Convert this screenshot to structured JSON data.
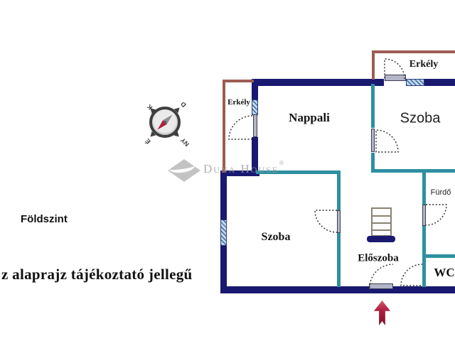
{
  "image": {
    "kind": "real-estate floor plan",
    "background": "#ffffff"
  },
  "annotations": {
    "floor_label": "Földszint",
    "disclaimer": "z alaprajz tájékoztató jellegű"
  },
  "rooms": {
    "balcony_left": "Erkély",
    "balcony_right": "Erkély",
    "living_room": "Nappali",
    "room_top": "Szoba",
    "room_bottom": "Szoba",
    "hallway": "Előszoba",
    "bathroom": "Fürdő",
    "wc": "WC"
  },
  "compass": {
    "icon": "compass-rose-icon",
    "north": "É",
    "south": "D",
    "east": "K",
    "west": "NY",
    "needle_north_color": "#b01f3d",
    "needle_south_color": "#8f8f8f"
  },
  "logo": {
    "icon": "duna-house-diamond-logo",
    "text": "Duna House",
    "registered": "®",
    "color": "#9d9d9d"
  },
  "colors": {
    "exterior_wall": "#191970",
    "interior_wall": "#2e90a0",
    "balcony_outline": "#9d5c52",
    "window_fill": "#bcd8ec",
    "door_leaf": "#b3b6c6",
    "entrance_arrow": "#b01f3d"
  }
}
